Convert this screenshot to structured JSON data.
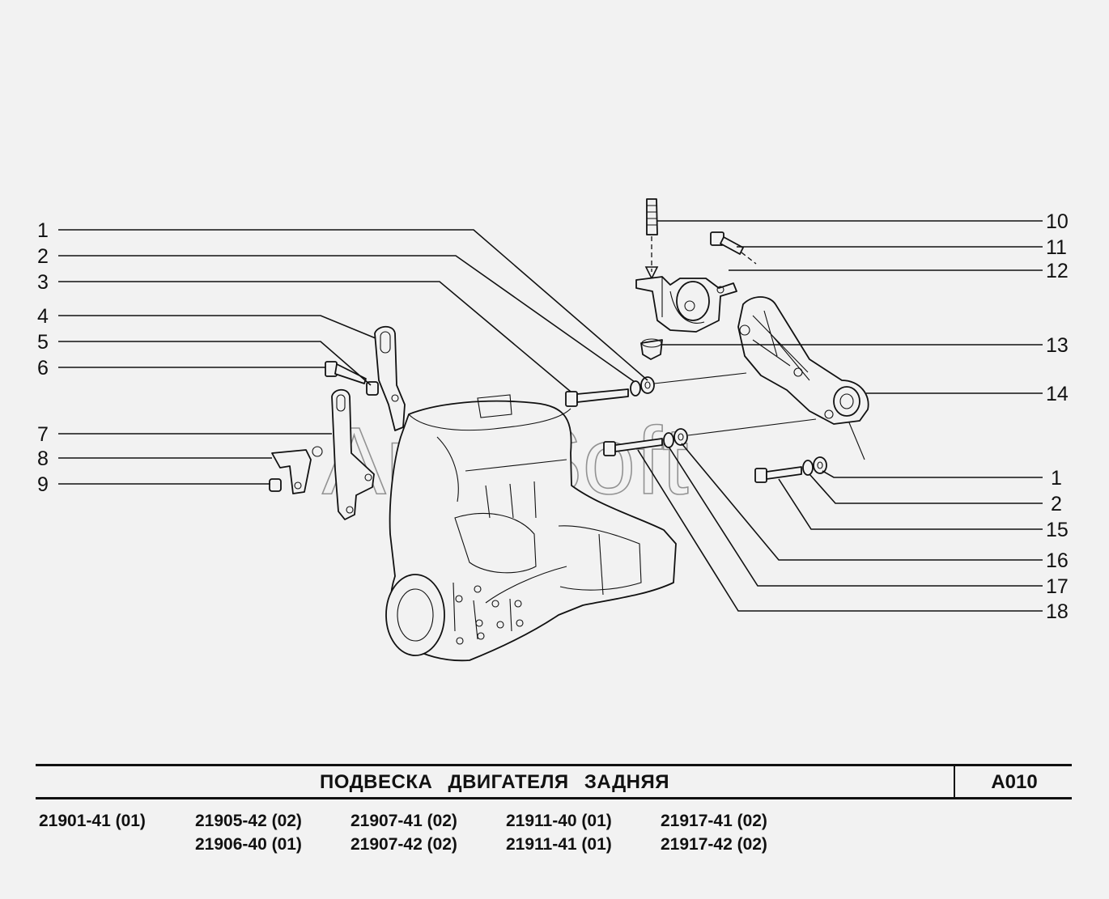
{
  "diagram": {
    "watermark": "AutoSoft",
    "callouts_left": [
      "1",
      "2",
      "3",
      "4",
      "5",
      "6",
      "7",
      "8",
      "9"
    ],
    "callouts_right": [
      "10",
      "11",
      "12",
      "13",
      "14",
      "1",
      "2",
      "15",
      "16",
      "17",
      "18"
    ]
  },
  "title": {
    "text": "ПОДВЕСКА ДВИГАТЕЛЯ ЗАДНЯЯ",
    "code": "A010"
  },
  "models": [
    [
      "21901-41 (01)"
    ],
    [
      "21905-42 (02)",
      "21906-40 (01)"
    ],
    [
      "21907-41 (02)",
      "21907-42 (02)"
    ],
    [
      "21911-40 (01)",
      "21911-41 (01)"
    ],
    [
      "21917-41 (02)",
      "21917-42 (02)"
    ]
  ]
}
